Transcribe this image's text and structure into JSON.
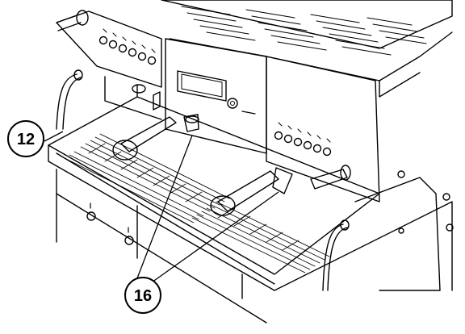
{
  "figure": {
    "callouts": [
      {
        "label": "12",
        "refers_to": "steam-wand-left"
      },
      {
        "label": "16",
        "refers_to": "filter-holders"
      }
    ]
  },
  "colors": {
    "line": "#000000",
    "background": "#ffffff"
  }
}
